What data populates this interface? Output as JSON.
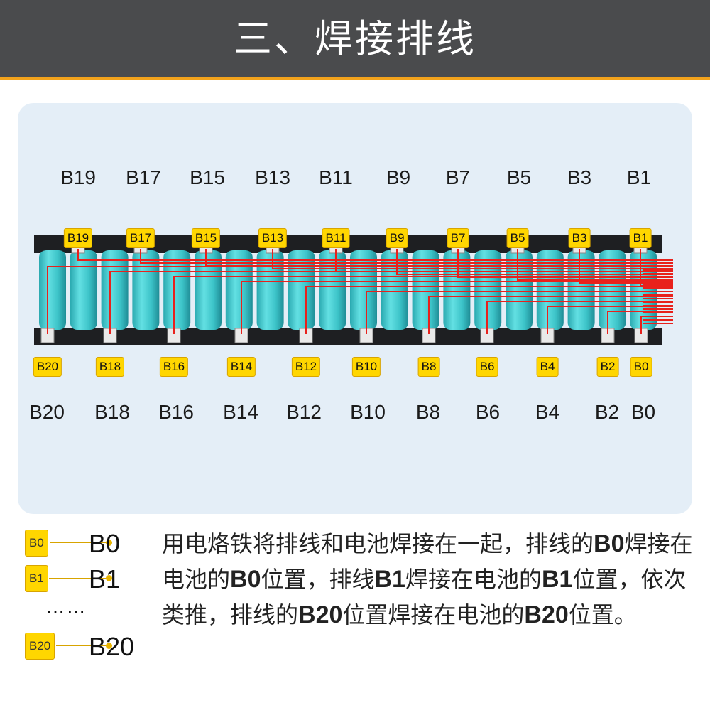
{
  "header": {
    "title": "三、焊接排线"
  },
  "top_labels": [
    "B19",
    "B17",
    "B15",
    "B13",
    "B11",
    "B9",
    "B7",
    "B5",
    "B3",
    "B1"
  ],
  "bottom_labels": [
    "B20",
    "B18",
    "B16",
    "B14",
    "B12",
    "B10",
    "B8",
    "B6",
    "B4",
    "B2",
    "B0"
  ],
  "colors": {
    "header_bg": "#4a4b4d",
    "accent": "#f2a21b",
    "tag": "#ffd600",
    "cell": "#3cc3c8",
    "wire": "#e8211c"
  },
  "legend": {
    "items": [
      {
        "tag": "B0",
        "name": "B0"
      },
      {
        "tag": "B1",
        "name": "B1"
      },
      {
        "tag": "B20",
        "name": "B20"
      }
    ],
    "ellipsis": "……"
  },
  "description": {
    "p1": "用电烙铁将排线和电池焊接在一起，排线的",
    "b1": "B0",
    "p2": "焊接在电池的",
    "b2": "B0",
    "p3": "位置，排线",
    "b3": "B1",
    "p4": "焊接在电池的",
    "b4": "B1",
    "p5": "位置，依次类推，排线的",
    "b5": "B20",
    "p6": "位置焊接在电池的",
    "b6": "B20",
    "p7": "位置。"
  }
}
